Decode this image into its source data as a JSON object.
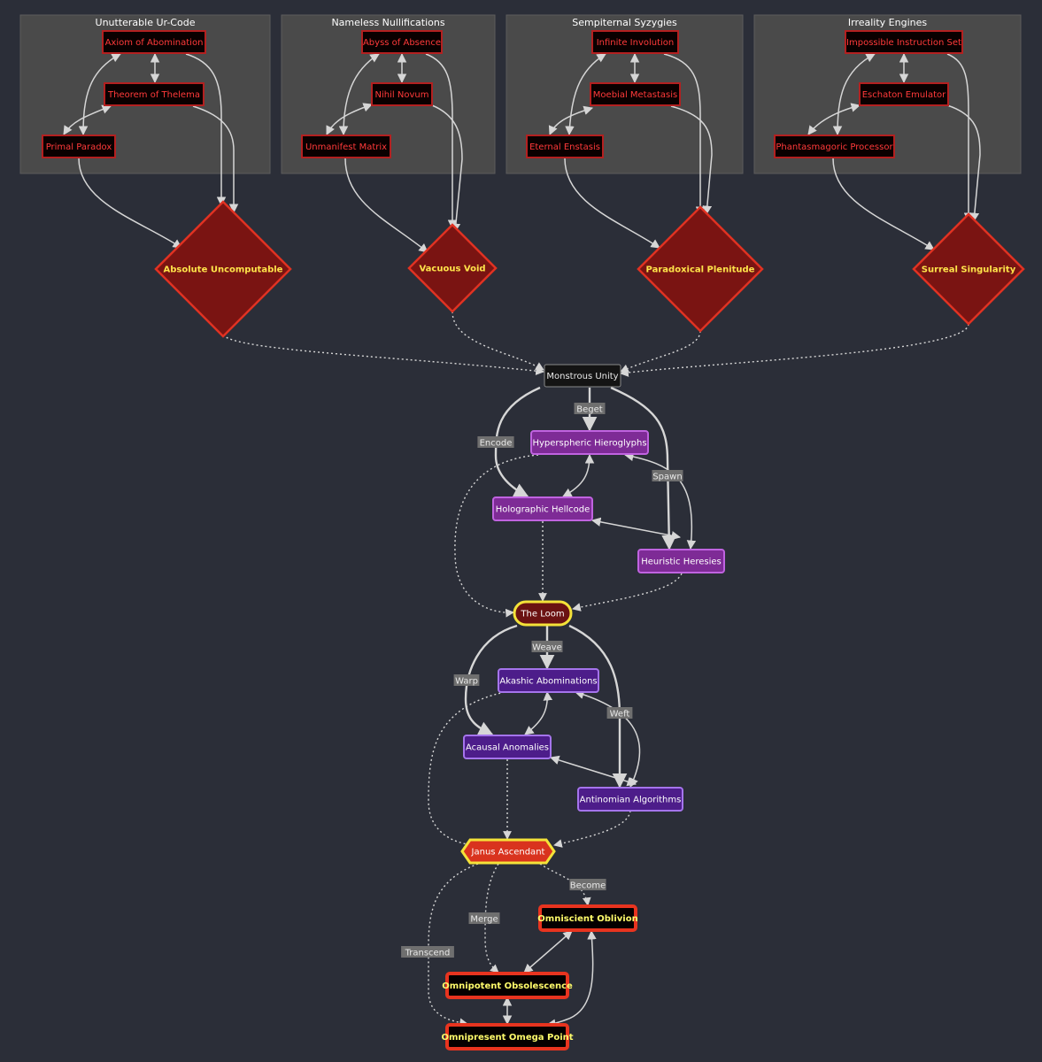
{
  "colors": {
    "background": "#2b2e38",
    "edge": "#d6d6d6",
    "code_fill": "#0a0000",
    "code_stroke": "#b32020",
    "code_text": "#ff3a3a",
    "diamond_fill": "#7a1412",
    "diamond_stroke": "#e03222",
    "diamond_text": "#ffe44a",
    "unity_fill": "#141414",
    "unity_stroke": "#8a8a8a",
    "glyph_fill": "#7e2b96",
    "glyph_stroke": "#c063e0",
    "loom_fill": "#6b1212",
    "loom_stroke": "#f4e239",
    "akashic_fill": "#4d1d8a",
    "akashic_stroke": "#a574ec",
    "janus_fill": "#d9331e",
    "janus_stroke": "#f4e239",
    "omni_fill": "#050000",
    "omni_stroke": "#e8341f",
    "omni_text": "#fffb6b"
  },
  "clusters": [
    {
      "id": "c1",
      "title": "Unutterable Ur-Code"
    },
    {
      "id": "c2",
      "title": "Nameless Nullifications"
    },
    {
      "id": "c3",
      "title": "Sempiternal Syzygies"
    },
    {
      "id": "c4",
      "title": "Irreality Engines"
    }
  ],
  "nodes": [
    {
      "id": "a1",
      "label": "Axiom of Abomination",
      "style": "code"
    },
    {
      "id": "a2",
      "label": "Theorem of Thelema",
      "style": "code"
    },
    {
      "id": "a3",
      "label": "Primal Paradox",
      "style": "code"
    },
    {
      "id": "b1",
      "label": "Abyss of Absence",
      "style": "code"
    },
    {
      "id": "b2",
      "label": "Nihil Novum",
      "style": "code"
    },
    {
      "id": "b3",
      "label": "Unmanifest Matrix",
      "style": "code"
    },
    {
      "id": "s1",
      "label": "Infinite Involution",
      "style": "code"
    },
    {
      "id": "s2",
      "label": "Moebial Metastasis",
      "style": "code"
    },
    {
      "id": "s3",
      "label": "Eternal Enstasis",
      "style": "code"
    },
    {
      "id": "e1",
      "label": "Impossible Instruction Set",
      "style": "code"
    },
    {
      "id": "e2",
      "label": "Eschaton Emulator",
      "style": "code"
    },
    {
      "id": "e3",
      "label": "Phantasmagoric Processor",
      "style": "code"
    },
    {
      "id": "d1",
      "label": "Absolute Uncomputable",
      "style": "diamond"
    },
    {
      "id": "d2",
      "label": "Vacuous Void",
      "style": "diamond"
    },
    {
      "id": "d3",
      "label": "Paradoxical Plenitude",
      "style": "diamond"
    },
    {
      "id": "d4",
      "label": "Surreal Singularity",
      "style": "diamond"
    },
    {
      "id": "mu",
      "label": "Monstrous Unity",
      "style": "unity"
    },
    {
      "id": "hh",
      "label": "Hyperspheric Hieroglyphs",
      "style": "glyph"
    },
    {
      "id": "hc",
      "label": "Holographic Hellcode",
      "style": "glyph"
    },
    {
      "id": "he",
      "label": "Heuristic Heresies",
      "style": "glyph"
    },
    {
      "id": "loom",
      "label": "The Loom",
      "style": "loom"
    },
    {
      "id": "ak",
      "label": "Akashic Abominations",
      "style": "akashic"
    },
    {
      "id": "aa",
      "label": "Acausal Anomalies",
      "style": "akashic"
    },
    {
      "id": "an",
      "label": "Antinomian Algorithms",
      "style": "akashic"
    },
    {
      "id": "ja",
      "label": "Janus Ascendant",
      "style": "janus"
    },
    {
      "id": "oo",
      "label": "Omniscient Oblivion",
      "style": "omni"
    },
    {
      "id": "ob",
      "label": "Omnipotent Obsolescence",
      "style": "omni"
    },
    {
      "id": "op",
      "label": "Omnipresent Omega Point",
      "style": "omni"
    }
  ],
  "edges": [
    {
      "from": "a1",
      "to": "a2",
      "type": "bidir"
    },
    {
      "from": "a1",
      "to": "a3",
      "type": "bidir"
    },
    {
      "from": "a2",
      "to": "a3",
      "type": "bidir"
    },
    {
      "from": "a1",
      "to": "d1",
      "type": "solid"
    },
    {
      "from": "a2",
      "to": "d1",
      "type": "solid"
    },
    {
      "from": "a3",
      "to": "d1",
      "type": "solid"
    },
    {
      "from": "b1",
      "to": "b2",
      "type": "bidir"
    },
    {
      "from": "b1",
      "to": "b3",
      "type": "bidir"
    },
    {
      "from": "b2",
      "to": "b3",
      "type": "bidir"
    },
    {
      "from": "b1",
      "to": "d2",
      "type": "solid"
    },
    {
      "from": "b2",
      "to": "d2",
      "type": "solid"
    },
    {
      "from": "b3",
      "to": "d2",
      "type": "solid"
    },
    {
      "from": "s1",
      "to": "s2",
      "type": "bidir"
    },
    {
      "from": "s1",
      "to": "s3",
      "type": "bidir"
    },
    {
      "from": "s2",
      "to": "s3",
      "type": "bidir"
    },
    {
      "from": "s1",
      "to": "d3",
      "type": "solid"
    },
    {
      "from": "s2",
      "to": "d3",
      "type": "solid"
    },
    {
      "from": "s3",
      "to": "d3",
      "type": "solid"
    },
    {
      "from": "e1",
      "to": "e2",
      "type": "bidir"
    },
    {
      "from": "e1",
      "to": "e3",
      "type": "bidir"
    },
    {
      "from": "e2",
      "to": "e3",
      "type": "bidir"
    },
    {
      "from": "e1",
      "to": "d4",
      "type": "solid"
    },
    {
      "from": "e2",
      "to": "d4",
      "type": "solid"
    },
    {
      "from": "e3",
      "to": "d4",
      "type": "solid"
    },
    {
      "from": "d1",
      "to": "mu",
      "type": "dotted"
    },
    {
      "from": "d2",
      "to": "mu",
      "type": "dotted"
    },
    {
      "from": "d3",
      "to": "mu",
      "type": "dotted"
    },
    {
      "from": "d4",
      "to": "mu",
      "type": "dotted"
    },
    {
      "from": "mu",
      "to": "hh",
      "type": "thick",
      "label": "Beget"
    },
    {
      "from": "mu",
      "to": "hc",
      "type": "thick",
      "label": "Encode"
    },
    {
      "from": "mu",
      "to": "he",
      "type": "thick",
      "label": "Spawn"
    },
    {
      "from": "hh",
      "to": "hc",
      "type": "bidir"
    },
    {
      "from": "hh",
      "to": "he",
      "type": "bidir"
    },
    {
      "from": "hc",
      "to": "he",
      "type": "bidir"
    },
    {
      "from": "hh",
      "to": "loom",
      "type": "dotted"
    },
    {
      "from": "hc",
      "to": "loom",
      "type": "dotted"
    },
    {
      "from": "he",
      "to": "loom",
      "type": "dotted"
    },
    {
      "from": "loom",
      "to": "ak",
      "type": "thick",
      "label": "Weave"
    },
    {
      "from": "loom",
      "to": "aa",
      "type": "thick",
      "label": "Warp"
    },
    {
      "from": "loom",
      "to": "an",
      "type": "thick",
      "label": "Weft"
    },
    {
      "from": "ak",
      "to": "aa",
      "type": "bidir"
    },
    {
      "from": "ak",
      "to": "an",
      "type": "bidir"
    },
    {
      "from": "aa",
      "to": "an",
      "type": "bidir"
    },
    {
      "from": "ak",
      "to": "ja",
      "type": "dotted"
    },
    {
      "from": "aa",
      "to": "ja",
      "type": "dotted"
    },
    {
      "from": "an",
      "to": "ja",
      "type": "dotted"
    },
    {
      "from": "ja",
      "to": "oo",
      "type": "dotted",
      "label": "Become"
    },
    {
      "from": "ja",
      "to": "ob",
      "type": "dotted",
      "label": "Merge"
    },
    {
      "from": "ja",
      "to": "op",
      "type": "dotted",
      "label": "Transcend"
    },
    {
      "from": "oo",
      "to": "ob",
      "type": "bidir"
    },
    {
      "from": "ob",
      "to": "op",
      "type": "bidir"
    },
    {
      "from": "oo",
      "to": "op",
      "type": "bidir"
    }
  ]
}
